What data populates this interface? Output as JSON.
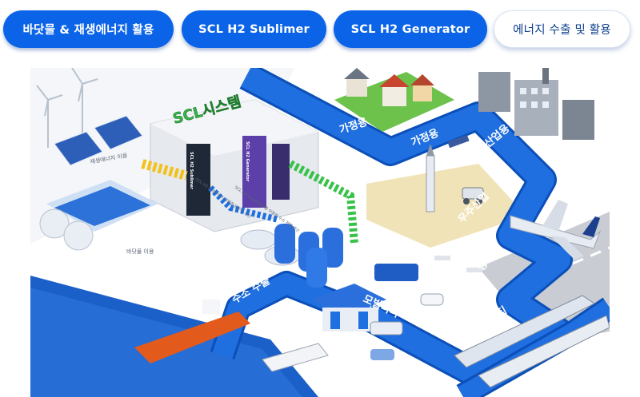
{
  "tabs": [
    {
      "label": "바닷물 & 재생에너지 활용",
      "style": "filled"
    },
    {
      "label": "SCL H2 Sublimer",
      "style": "filled"
    },
    {
      "label": "SCL H2 Generator",
      "style": "filled"
    },
    {
      "label": "에너지 수출 및 활용",
      "style": "outline",
      "selected": true
    }
  ],
  "illustration": {
    "system_sign": "SCL시스템",
    "sublimer_sign": "SCL H2 Sublimer",
    "generator_sign": "SCL H2 Generator",
    "renewable_label": "재생에너지 이용",
    "seawater_label": "바닷물 이용",
    "sublimer_note": "SCL H2 Sublimer 이용한 담수화 생산",
    "generator_note": "SCL H2 Generator를 이용한 수소 전해 생산",
    "route_labels": {
      "household_1": "가정용",
      "household_2": "가정용",
      "industry": "산업용",
      "space": "우주산업",
      "aviation": "항공",
      "mobility_1": "모빌리티",
      "mobility_2": "모빌리티",
      "hydrogen_export": "수소 수출"
    },
    "colors": {
      "road": "#1f6fe0",
      "road_edge": "#0b4fb8",
      "sea": "#1b5fc9",
      "sky": "#f3f5f8",
      "ground": "#ffffff",
      "accent_green": "#39c24a"
    }
  }
}
